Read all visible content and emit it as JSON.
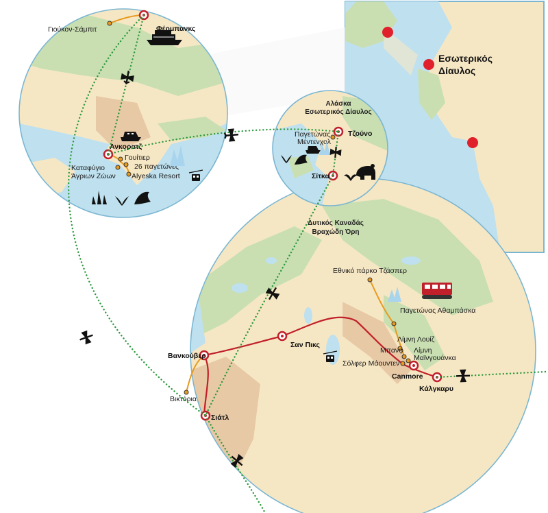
{
  "colors": {
    "land": "#f6e7c4",
    "water": "#bfe0ee",
    "forest": "#c9dfb2",
    "mountain": "#e8c9a6",
    "circle_border": "#7ab6d2",
    "route_red": "#c0202a",
    "route_orange": "#e89a1e",
    "flight_green": "#2e9a3e",
    "marker_red": "#e0202a"
  },
  "inset": {
    "label_line1": "Εσωτερικός",
    "label_line2": "Δίαυλος"
  },
  "alaska_circle": {
    "cities": {
      "fairbanks": "Φέρμπανκς",
      "anchorage": "Ανκορατζ",
      "coldfoot": "Γιούκον-Σάμπιτ",
      "whittier": "Γουίτιερ",
      "glaciers": "26 παγετώνες",
      "wildlife": "Καταφύγιο",
      "wildlife2": "Άγριων Ζώων",
      "alyeska": "Alyeska Resort"
    }
  },
  "inside_passage_circle": {
    "title_line1": "Αλάσκα",
    "title_line2": "Εσωτερικός Δίαυλος",
    "cities": {
      "juneau": "Τζούνο",
      "sitka": "Σίτκα",
      "mendenhall_line1": "Παγετώνας",
      "mendenhall_line2": "Μέντενχολ"
    }
  },
  "canada_circle": {
    "title_line1": "Δυτικός Καναδάς",
    "title_line2": "Βραχώδη Όρη",
    "cities": {
      "vancouver": "Βανκούβερ",
      "victoria": "Βικτόρια",
      "seattle": "Σιάτλ",
      "sun_peaks": "Σαν Πικς",
      "jasper": "Εθνικό πάρκο Τζάσπερ",
      "athabasca": "Παγετώνας Αθαμπάσκα",
      "lake_louise": "Λίμνη Λουίζ",
      "banff": "Μπανφ",
      "minnewanka_line1": "Λίμνη",
      "minnewanka_line2": "Μαϊνγουάνκα",
      "sulphur": "Σόλφερ Μάουντεν",
      "canmore": "Canmore",
      "calgary": "Κάλγκαρυ"
    }
  },
  "icons": [
    "airplane-icon",
    "ship-icon",
    "cruise-ship-icon",
    "cable-car-icon",
    "glacier-icon",
    "whale-icon",
    "bear-icon",
    "moose-icon",
    "snow-coach-icon",
    "eagle-icon"
  ]
}
